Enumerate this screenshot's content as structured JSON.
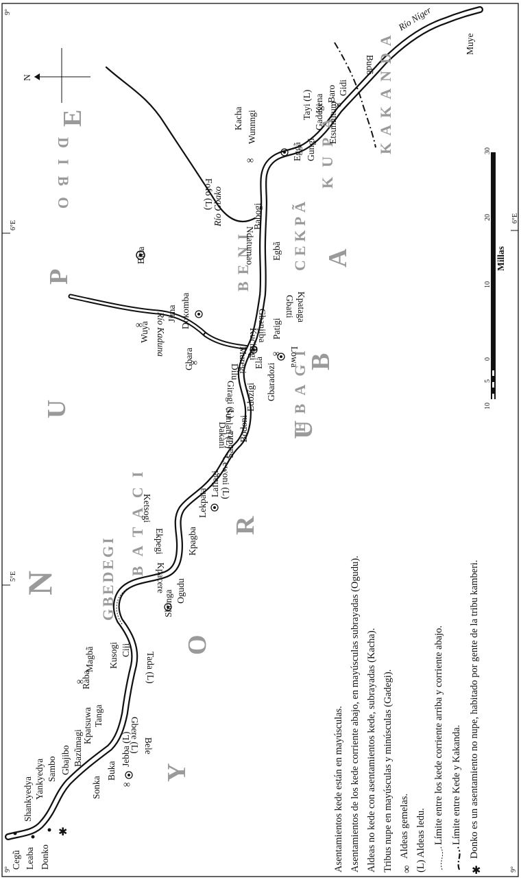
{
  "map": {
    "coords": {
      "lon_5e": "5°E",
      "lon_6e": "6°E",
      "lat_9n": "9°"
    },
    "north_label": "N",
    "scale": {
      "title": "Millas",
      "ticks": [
        "10",
        "5",
        "0",
        "10",
        "20",
        "30"
      ]
    },
    "rivers": {
      "niger": "Río Níger",
      "gbako": "Río Gbako",
      "kaduna": "Río Kaduna"
    },
    "tribes": {
      "nupe": [
        "N",
        "U",
        "P",
        "E"
      ],
      "yoruba": [
        "Y",
        "O",
        "R",
        "U",
        "B",
        "A"
      ],
      "gbedegi": "GBEDEGI",
      "bataci": "BATACI",
      "beni": "BENI",
      "ebagi": "EBAGI",
      "cekpa": "CEKPÃ",
      "kupa": "KUPA",
      "kakanda": "KAKANDA",
      "dibo": "DIBO"
    },
    "settlements": {
      "cegu": "Cegũ",
      "leaba": "Leaba",
      "donko": "Donko",
      "shankyedya": "Shankyedya",
      "yankyedya": "Yankyedya",
      "sambo": "Sambo",
      "sonka": "Sonka",
      "buka": "Buka",
      "jebba": "Jebba (L)",
      "gbajibo": "Gbajibo",
      "bazumagi": "Bazũmagi",
      "kpatsuwa": "Kpatsuwa",
      "tanga": "Tanga",
      "bele": "Bele",
      "gbere": "Gbere (L)",
      "raba": "Raba",
      "magba": "Magbã",
      "kusogi": "Kusogi",
      "ciji": "Ciji",
      "tada": "Tada (L)",
      "shonga": "Shonga",
      "ogudu": "Ogudu",
      "kpacere": "Kpacere",
      "ekpegi": "Ekpegi",
      "ketsogi": "Ketsogi",
      "kpagba": "Kpagba",
      "lekpata": "Lekpata",
      "lafiagi": "Lafiagi",
      "cewoni": "Cewoni (L)",
      "sancita": "Sancita",
      "bodoni": "Bodoni",
      "dakani": "Dakani",
      "sunlati": "Sunlati (L)",
      "edozigi": "Edozĩgi",
      "gbaradozi": "Gbaradozi",
      "ela": "Ela",
      "giragi": "Giragi (L)",
      "gbara": "Gbara",
      "dilu": "Dilu",
      "muregi": "Muregi",
      "kuciragi": "Kuciragi",
      "gbanjiba": "Gbanjiba",
      "patigi": "Patigi",
      "lowa": "Lowa",
      "wuya": "Wuya",
      "jima": "Jima",
      "dokomba": "Dokomba",
      "bida": "Bida",
      "gbatti": "Gbatti",
      "kpataga": "Kpataga",
      "egba": "Egbã",
      "babogi": "Babogi",
      "ndatumao": "Ndatumao",
      "fofo": "Fofo (L)",
      "kacha": "Kacha",
      "wunnngi": "Wunnngi",
      "egga": "Eggã",
      "gungi": "Gungi",
      "gadegi": "Gadegi",
      "etsumutum": "Etsumutum",
      "tayi": "Tayi (L)",
      "kena": "Kena",
      "baro": "Baro",
      "gidi": "Gidi",
      "buda": "Budõ",
      "muye": "Muye"
    }
  },
  "legend": {
    "line1": "Asentamientos kede están en mayúsculas.",
    "line2": "Asentamientos de los kede corriente abajo, en mayúsculas subrayadas (Ogudu).",
    "line3": "Aldeas no kede con asentamientos kede, subrayadas (Kacha).",
    "line4": "Tribus nupe en mayúsculas y minúsculas (Gadegi).",
    "line5": "Aldeas gemelas.",
    "line6": "(L) Aldeas ledu.",
    "line7": "Límite entre los kede corriente arriba y corriente abajo.",
    "line8": "Límite entre Kede y Kakanda.",
    "line9": "Donko es un asentamiento no nupe, habitado por gente de la tribu kamberi."
  }
}
